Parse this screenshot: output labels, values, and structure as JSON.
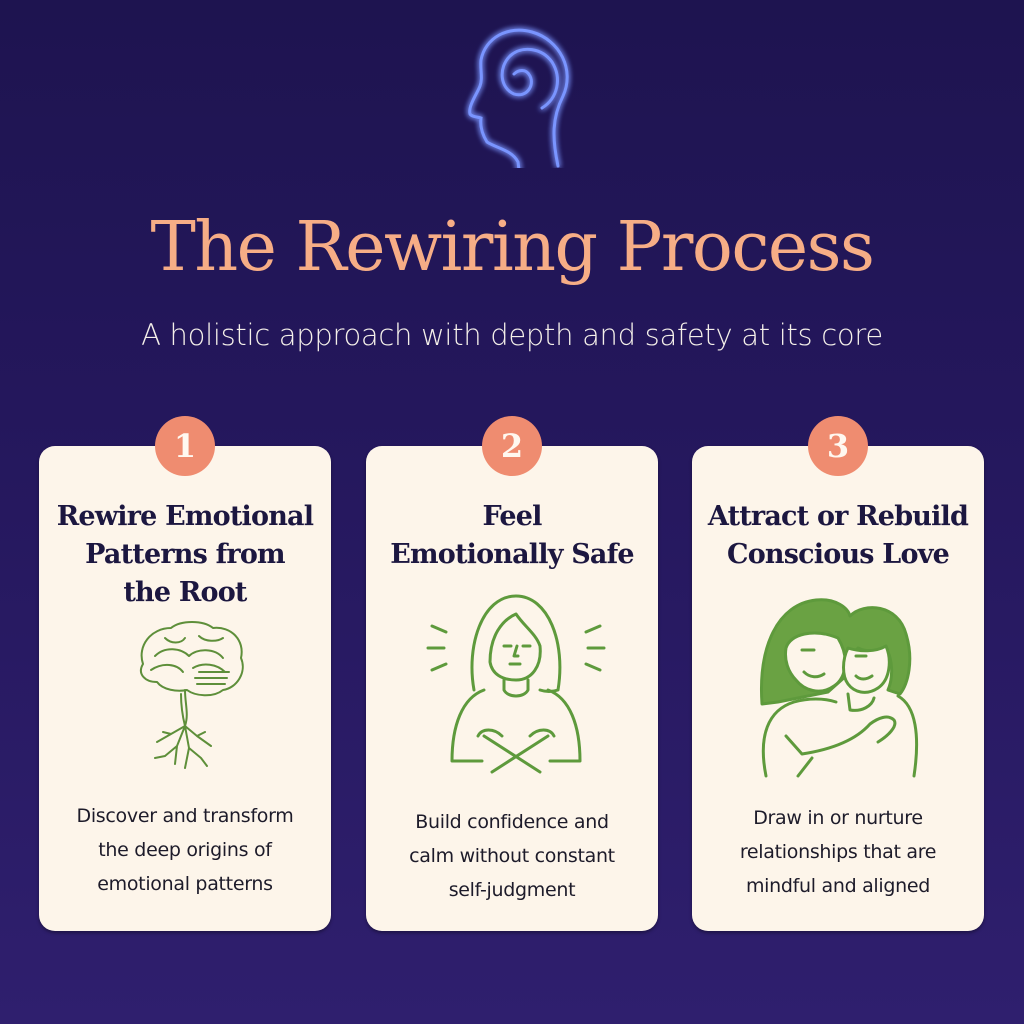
{
  "header": {
    "icon": "head-spiral-icon",
    "title": "The Rewiring Process",
    "subtitle": "A holistic approach with depth and safety at its core"
  },
  "colors": {
    "background": "#24175c",
    "title": "#f6ad86",
    "badge": "#ef8c70",
    "card": "#fdf5ea",
    "illustration": "#5e9a3c",
    "neon": "#6f8cff"
  },
  "steps": [
    {
      "number": "1",
      "title_lines": [
        "Rewire Emotional",
        "Patterns from",
        "the Root"
      ],
      "icon": "brain-roots-icon",
      "description_lines": [
        "Discover and transform",
        "the deep origins of",
        "emotional patterns"
      ]
    },
    {
      "number": "2",
      "title_lines": [
        "Feel",
        "Emotionally Safe"
      ],
      "icon": "self-hug-woman-icon",
      "description_lines": [
        "Build confidence and",
        "calm without constant",
        "self-judgment"
      ]
    },
    {
      "number": "3",
      "title_lines": [
        "Attract or Rebuild",
        "Conscious Love"
      ],
      "icon": "embracing-couple-icon",
      "description_lines": [
        "Draw in or nurture",
        "relationships that are",
        "mindful and aligned"
      ]
    }
  ]
}
